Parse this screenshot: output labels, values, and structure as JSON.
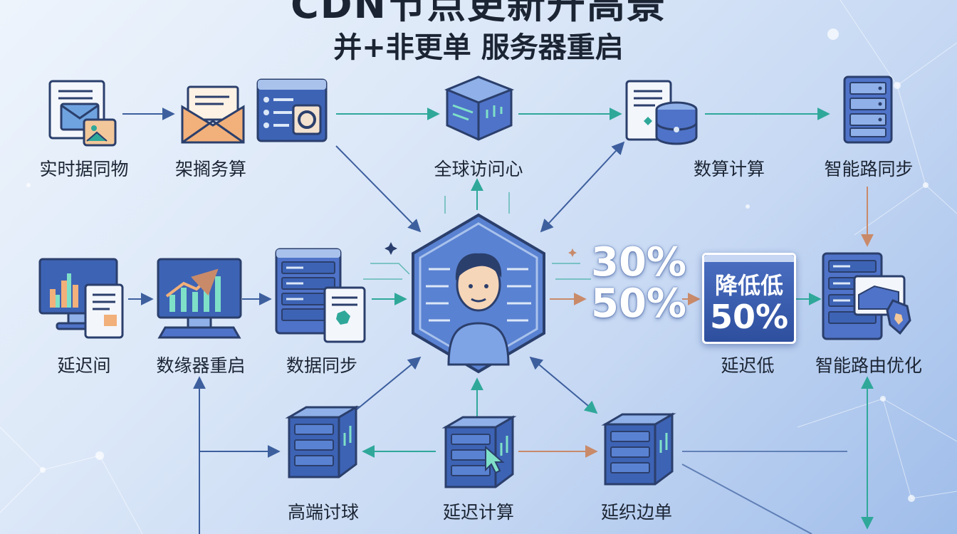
{
  "title": {
    "main": "CDN节点更新升高景",
    "sub": "并+非更单 服务器重启"
  },
  "nodes": [
    {
      "label": "实时据同物"
    },
    {
      "label": "架搁务算"
    },
    {
      "label": "全球访问心"
    },
    {
      "label": "数算计算"
    },
    {
      "label": "智能路同步"
    },
    {
      "label": "延迟间"
    },
    {
      "label": "数缘器重启"
    },
    {
      "label": "数据同步"
    },
    {
      "label": "延迟低"
    },
    {
      "label": "智能路由优化"
    },
    {
      "label": "高端讨球"
    },
    {
      "label": "延迟计算"
    },
    {
      "label": "延织边单"
    }
  ],
  "stats": {
    "line1": "30%",
    "line2": "50%"
  },
  "panel": {
    "line1": "降低低",
    "line2": "50%"
  },
  "colors": {
    "primary": "#3b5fa8",
    "accent": "#2fa89a",
    "arrow_warm": "#c98a6a",
    "background": "#dce8f8"
  }
}
